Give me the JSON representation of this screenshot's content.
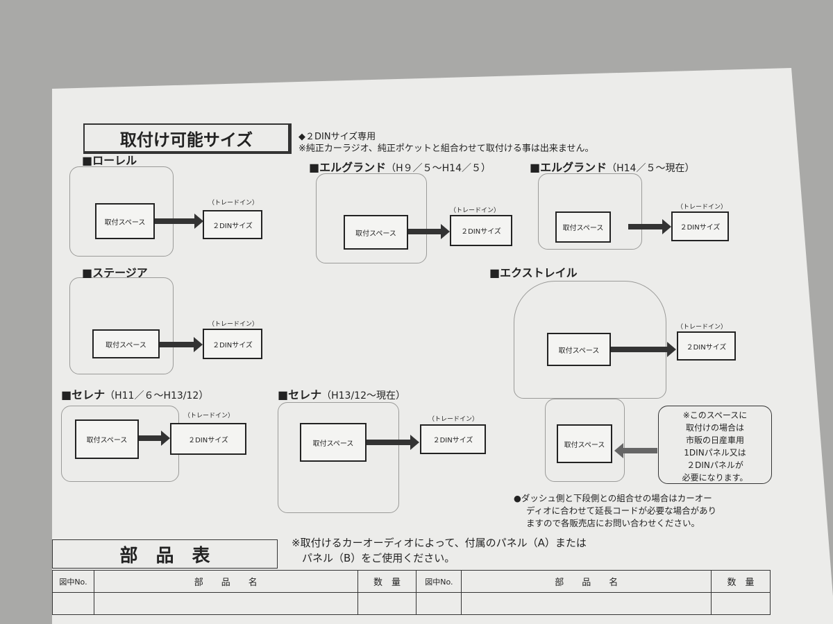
{
  "title": "取付け可能サイズ",
  "notice": {
    "line1": "◆２DINサイズ専用",
    "line2": "※純正カーラジオ、純正ポケットと組合わせて取付ける事は出来ません。"
  },
  "common": {
    "space": "取付スペース",
    "din": "２DINサイズ",
    "trade": "（トレードイン）"
  },
  "vehicles": [
    {
      "name": "■ローレル",
      "period": ""
    },
    {
      "name": "■ステージア",
      "period": ""
    },
    {
      "name": "■セレナ",
      "period": "（H11／６～H13/12）"
    },
    {
      "name": "■セレナ",
      "period": "（H13/12～現在）"
    },
    {
      "name": "■エルグランド",
      "period": "（H９／５～H14／５）"
    },
    {
      "name": "■エルグランド",
      "period": "（H14／５～現在）"
    },
    {
      "name": "■エクストレイル",
      "period": ""
    }
  ],
  "xtrail_note": [
    "※このスペースに",
    "取付けの場合は",
    "市販の日産車用",
    "1DINパネル又は",
    "２DINパネルが",
    "必要になります。"
  ],
  "bullet_note": [
    "●ダッシュ側と下段側との組合せの場合はカーオー",
    "ディオに合わせて延長コードが必要な場合があり",
    "ますので各販売店にお問い合わせください。"
  ],
  "parts": {
    "title": "部　品　表",
    "note1": "※取付けるカーオーディオによって、付属のパネル（A）または",
    "note2": "パネル（B）をご使用ください。",
    "headers": [
      "図中No.",
      "部　　品　　名",
      "数　量",
      "図中No.",
      "部　　品　　名",
      "数　量"
    ]
  }
}
